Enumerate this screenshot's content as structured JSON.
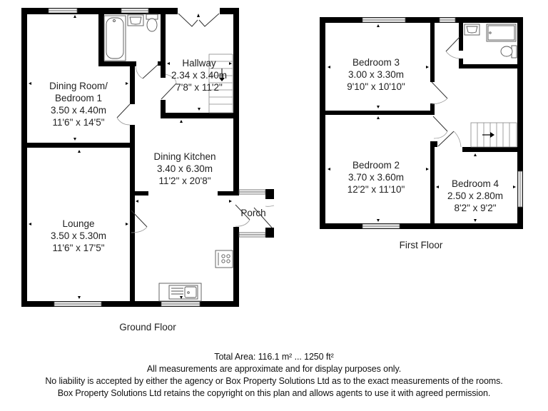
{
  "floors": [
    {
      "label": "Ground Floor",
      "rooms": [
        {
          "name": "Dining Room/",
          "name2": "Bedroom 1",
          "metric": "3.50 x 4.40m",
          "imperial": "11'6\" x 14'5\""
        },
        {
          "name": "Hallway",
          "metric": "2.34 x 3.40m",
          "imperial": "7'8\" x 11'2\""
        },
        {
          "name": "Dining Kitchen",
          "metric": "3.40 x 6.30m",
          "imperial": "11'2\" x 20'8\""
        },
        {
          "name": "Lounge",
          "metric": "3.50 x 5.30m",
          "imperial": "11'6\" x 17'5\""
        },
        {
          "name": "Porch"
        }
      ]
    },
    {
      "label": "First Floor",
      "rooms": [
        {
          "name": "Bedroom 3",
          "metric": "3.00 x 3.30m",
          "imperial": "9'10\" x 10'10\""
        },
        {
          "name": "Bedroom 2",
          "metric": "3.70 x 3.60m",
          "imperial": "12'2\" x 11'10\""
        },
        {
          "name": "Bedroom 4",
          "metric": "2.50 x 2.80m",
          "imperial": "8'2\" x 9'2\""
        }
      ]
    }
  ],
  "footer": {
    "total_area": "Total Area: 116.1 m² ... 1250 ft²",
    "line1": "All measurements are approximate and for display purposes only.",
    "line2": "No liability is accepted by either the agency or Box Property Solutions Ltd as to the exact measurements of the rooms.",
    "line3": "Box Property Solutions Ltd retains the copyright on this plan and allows agents to use it with agreed permission."
  },
  "colors": {
    "wall": "#000000",
    "text": "#222222",
    "fixture": "#555555"
  }
}
